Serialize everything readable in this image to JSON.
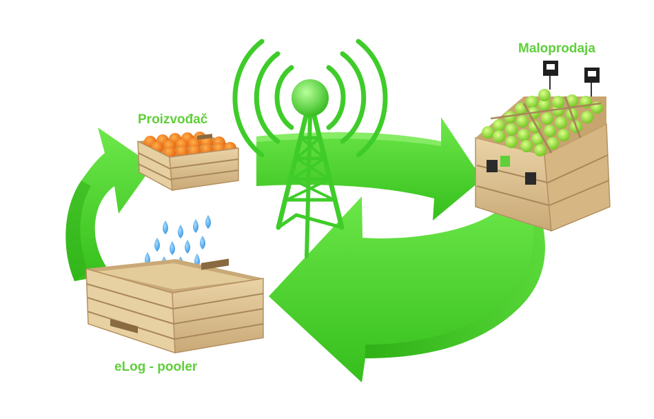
{
  "labels": {
    "producer": "Proizvođač",
    "retail": "Maloprodaja",
    "pooler": "eLog - pooler"
  },
  "colors": {
    "label": "#5fcf3a",
    "arrow": "#4fd52f",
    "arrow_dark": "#2fb518",
    "tower": "#3fcc2a",
    "crate_wood": "#d9bf8f",
    "crate_dark": "#a8865a",
    "orange": "#f07a1a",
    "apple": "#9fe040",
    "water": "#3aa3e8"
  },
  "icons": [
    "antenna-tower-icon",
    "orange-crate-icon",
    "retail-display-icon",
    "empty-crate-icon",
    "water-drops-icon",
    "price-tag-icon"
  ]
}
